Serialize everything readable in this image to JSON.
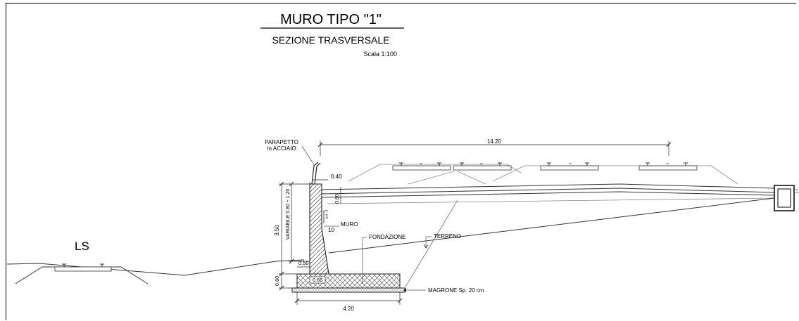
{
  "title": "MURO TIPO \"1\"",
  "subtitle": "SEZIONE TRASVERSALE",
  "scale": "Scala 1:100",
  "track_label": "LS",
  "labels": {
    "parapetto_line1": "PARAPETTO",
    "parapetto_line2": "In ACCIAIO",
    "muro": "MURO",
    "fondazione": "FONDAZIONE",
    "terreno": "TERRENO",
    "magrone": "MAGRONE Sp. 20 cm",
    "slope_1": "1",
    "slope_10": "10"
  },
  "dimensions": {
    "width_top": "14.20",
    "parapet": "0.40",
    "height_total": "3.50",
    "variable": "VARIABILE 0.80 ÷ 1.20",
    "slab": "0.80",
    "toe": "0.50",
    "footing_step": "0.66",
    "footing_height": "0.60",
    "footing_width": "4.20"
  }
}
